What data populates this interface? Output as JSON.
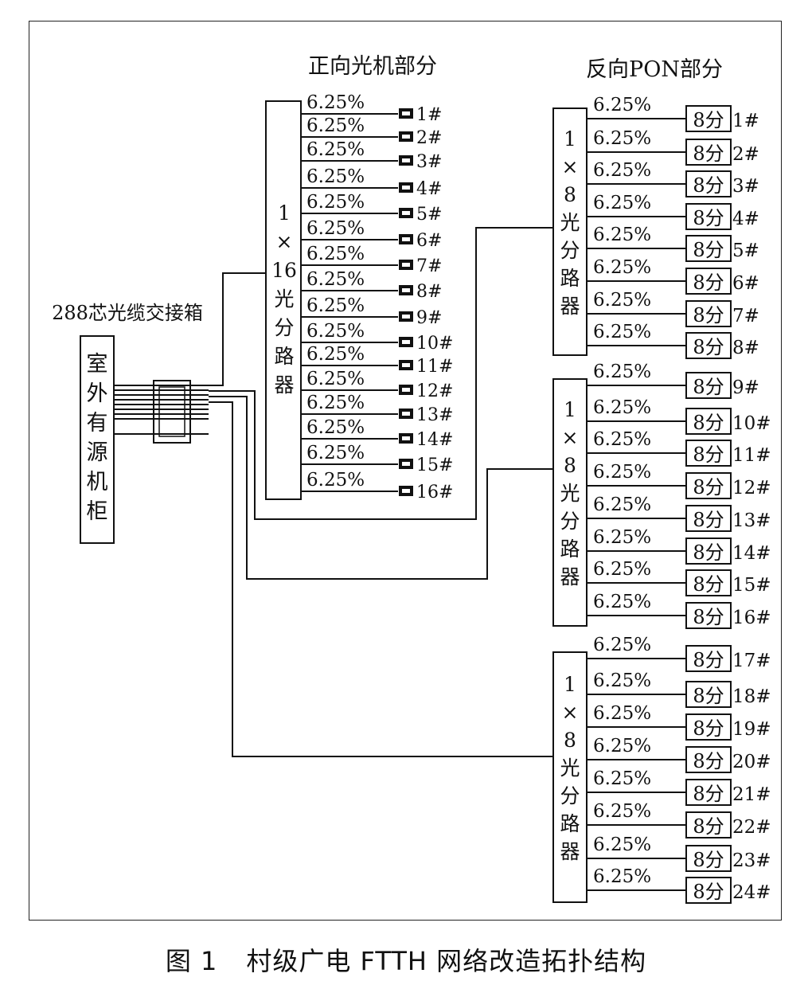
{
  "headings": {
    "forward": "正向光机部分",
    "reverse": "反向PON部分",
    "box288": "288芯光缆交接箱"
  },
  "cabinet": [
    "室",
    "外",
    "有",
    "源",
    "机",
    "柜"
  ],
  "splitter16": [
    "1",
    "×",
    "16",
    "光",
    "分",
    "路",
    "器"
  ],
  "splitter8": [
    "1",
    "×",
    "8",
    "光",
    "分",
    "路",
    "器"
  ],
  "ratio": "6.25%",
  "forward_ports": [
    "1#",
    "2#",
    "3#",
    "4#",
    "5#",
    "6#",
    "7#",
    "8#",
    "9#",
    "10#",
    "11#",
    "12#",
    "13#",
    "14#",
    "15#",
    "16#"
  ],
  "reverse_box": "8分",
  "reverse_ports": [
    "1#",
    "2#",
    "3#",
    "4#",
    "5#",
    "6#",
    "7#",
    "8#",
    "9#",
    "10#",
    "11#",
    "12#",
    "13#",
    "14#",
    "15#",
    "16#",
    "17#",
    "18#",
    "19#",
    "20#",
    "21#",
    "22#",
    "23#",
    "24#"
  ],
  "caption": {
    "fig": "图 1",
    "title": "村级广电 FTTH 网络改造拓扑结构"
  },
  "icons": {
    "optical_node": "optical-node-icon"
  }
}
